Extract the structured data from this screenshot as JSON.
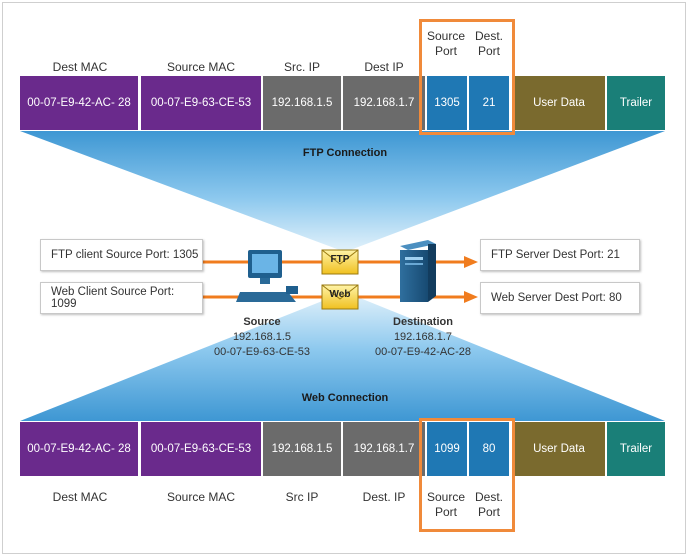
{
  "top_frame": {
    "headers": [
      "Dest MAC",
      "Source MAC",
      "Src. IP",
      "Dest IP",
      "Source\nPort",
      "Dest.\nPort"
    ],
    "cells": [
      "00-07-E9-42-AC- 28",
      "00-07-E9-63-CE-53",
      "192.168.1.5",
      "192.168.1.7",
      "1305",
      "21",
      "User Data",
      "Trailer"
    ]
  },
  "bottom_frame": {
    "headers": [
      "Dest MAC",
      "Source MAC",
      "Src IP",
      "Dest. IP",
      "Source\nPort",
      "Dest.\nPort"
    ],
    "cells": [
      "00-07-E9-42-AC- 28",
      "00-07-E9-63-CE-53",
      "192.168.1.5",
      "192.168.1.7",
      "1099",
      "80",
      "User Data",
      "Trailer"
    ]
  },
  "connections": {
    "ftp_title": "FTP Connection",
    "web_title": "Web Connection"
  },
  "left_labels": [
    "FTP client Source Port: 1305",
    "Web Client Source Port: 1099"
  ],
  "right_labels": [
    "FTP Server Dest Port: 21",
    "Web Server Dest Port: 80"
  ],
  "envelopes": [
    "FTP",
    "Web"
  ],
  "source": {
    "title": "Source",
    "ip": "192.168.1.5",
    "mac": "00-07-E9-63-CE-53"
  },
  "destination": {
    "title": "Destination",
    "ip": "192.168.1.7",
    "mac": "00-07-E9-42-AC-28"
  },
  "colors": {
    "mac": "#6a2a8c",
    "ip": "#6b6b6b",
    "port": "#1f78b4",
    "data": "#7a6a2e",
    "trailer": "#1a7f78",
    "highlight": "#f08a3a",
    "cone_light": "#b9def4",
    "cone_dark": "#3e97d3"
  },
  "icons": [
    "pc-icon",
    "server-icon",
    "envelope-icon",
    "arrow-icon"
  ]
}
